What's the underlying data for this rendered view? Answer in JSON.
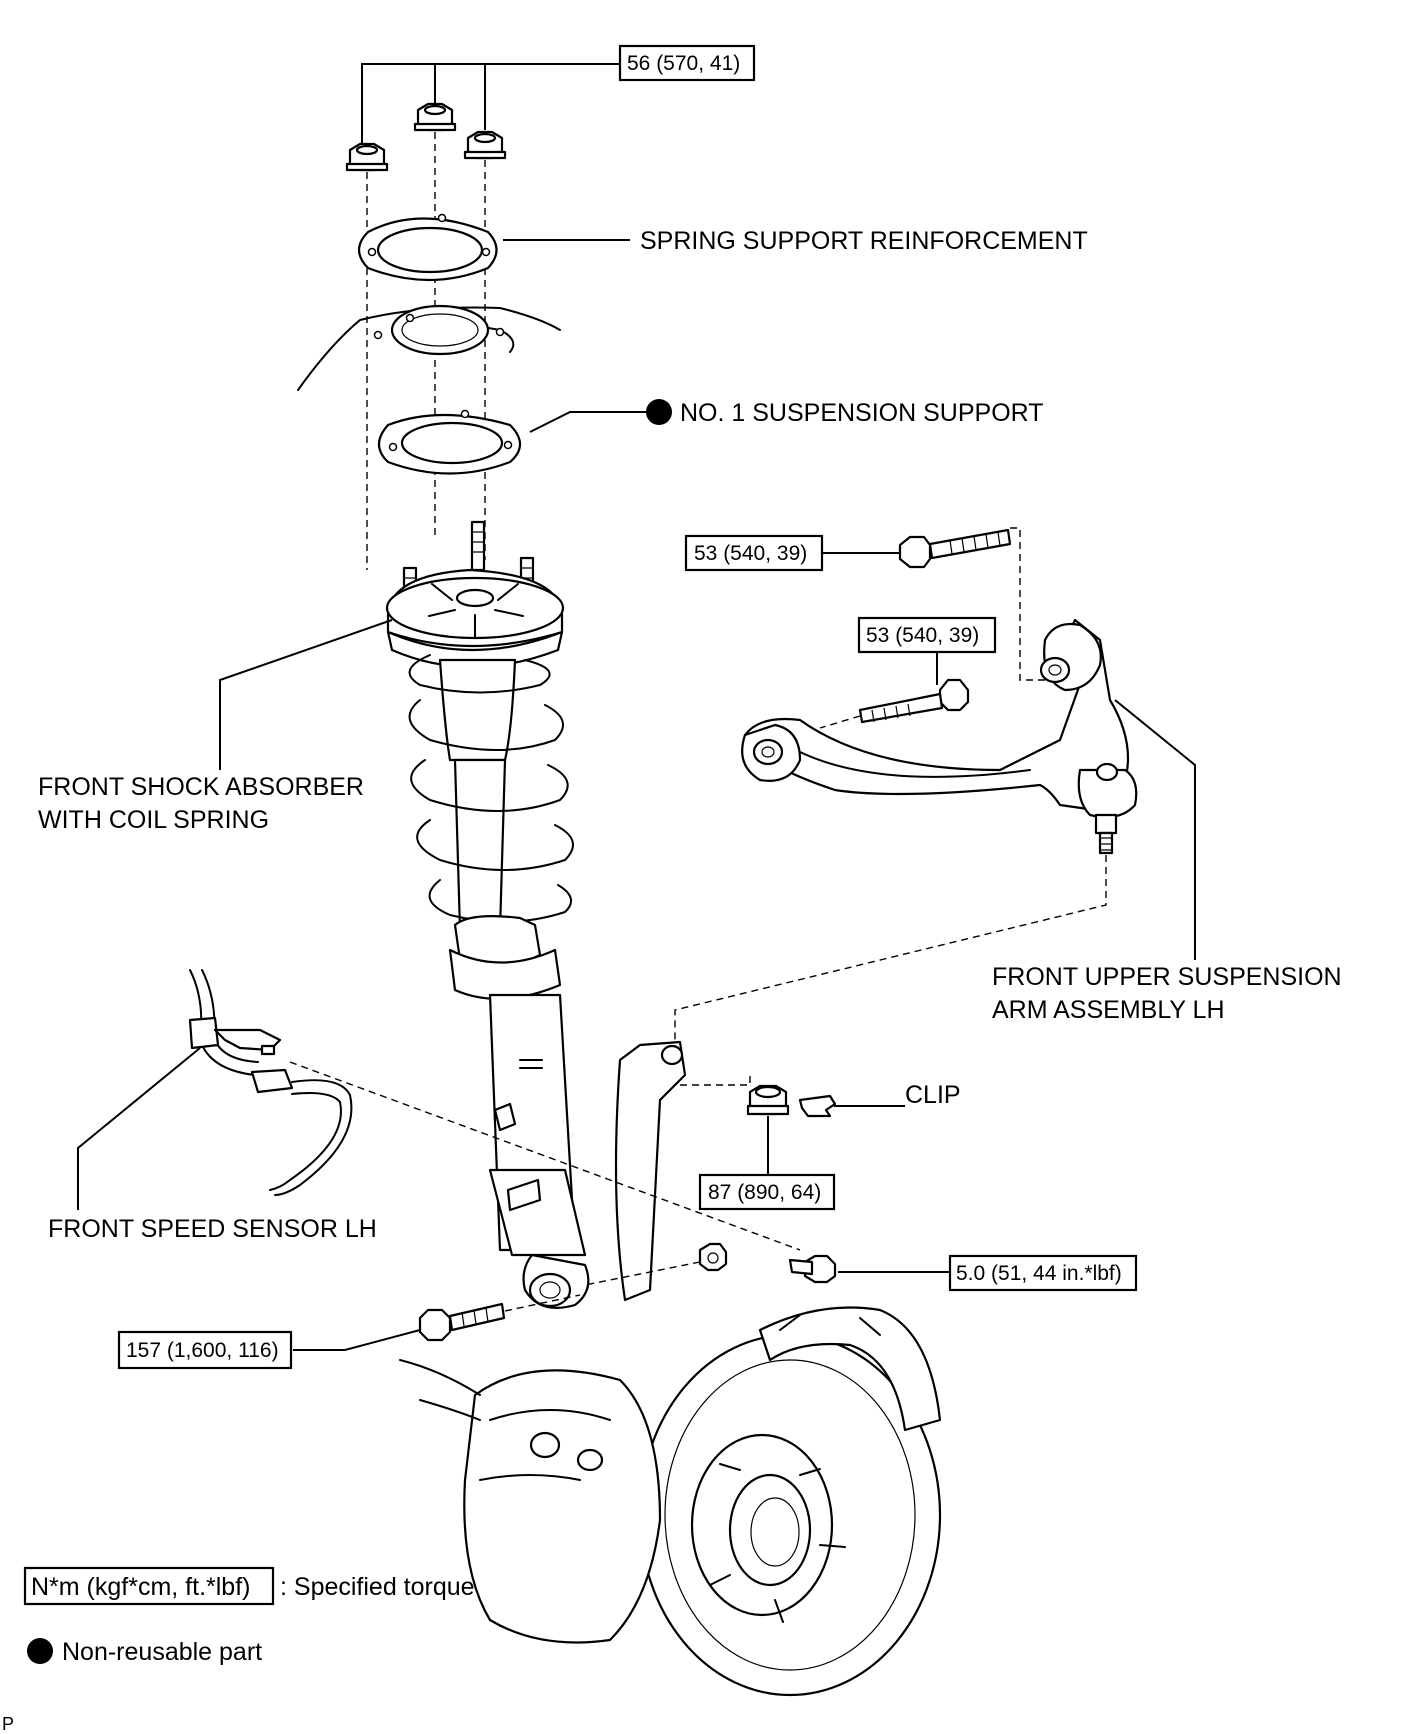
{
  "labels": {
    "spring_support_reinforcement": "SPRING SUPPORT REINFORCEMENT",
    "no1_suspension_support": "NO. 1 SUSPENSION SUPPORT",
    "front_shock_absorber_line1": "FRONT SHOCK ABSORBER",
    "front_shock_absorber_line2": "WITH COIL SPRING",
    "front_upper_arm_line1": "FRONT UPPER SUSPENSION",
    "front_upper_arm_line2": "ARM ASSEMBLY LH",
    "clip": "CLIP",
    "front_speed_sensor": "FRONT SPEED SENSOR LH"
  },
  "torques": {
    "top_nuts": "56 (570, 41)",
    "upper_arm_bolt_top": "53 (540, 39)",
    "upper_arm_bolt_mid": "53 (540, 39)",
    "ball_joint_nut": "87 (890, 64)",
    "speed_sensor_bolt": "5.0 (51, 44 in.*lbf)",
    "lower_shock_bolt": "157 (1,600, 116)"
  },
  "legend": {
    "torque_unit": "N*m (kgf*cm, ft.*lbf)",
    "torque_text": ": Specified torque",
    "non_reusable_text": "Non-reusable part"
  },
  "corner_mark": "P"
}
